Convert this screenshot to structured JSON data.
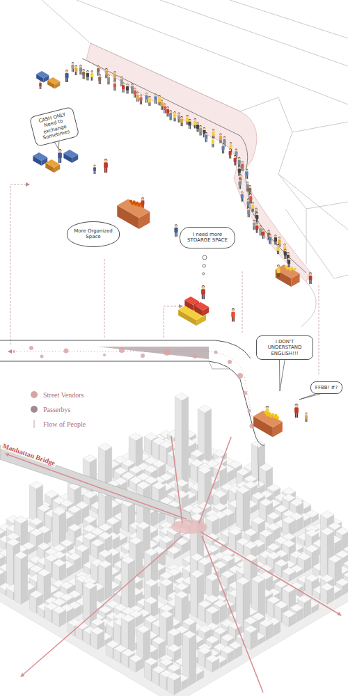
{
  "diagram": {
    "nodes": [
      {
        "text": [
          "CASH ONLY Need to exchange Sometimes"
        ]
      },
      {
        "text": [
          "More Organized Space"
        ]
      },
      {
        "text": [
          "I need more STOARGE SPACE"
        ]
      },
      {
        "text": [
          "I DON'T UNDERSTAND ENGLISH!!!"
        ]
      },
      {
        "text": [
          "FFBB! #?"
        ]
      }
    ],
    "labels": [
      "Manhattan Bridge"
    ],
    "legend": [
      {
        "text": "Street Vendors",
        "color": "#d9a3a3"
      },
      {
        "text": "Passerbys",
        "color": "#9d8c91"
      },
      {
        "text": "Flow of People"
      }
    ]
  }
}
